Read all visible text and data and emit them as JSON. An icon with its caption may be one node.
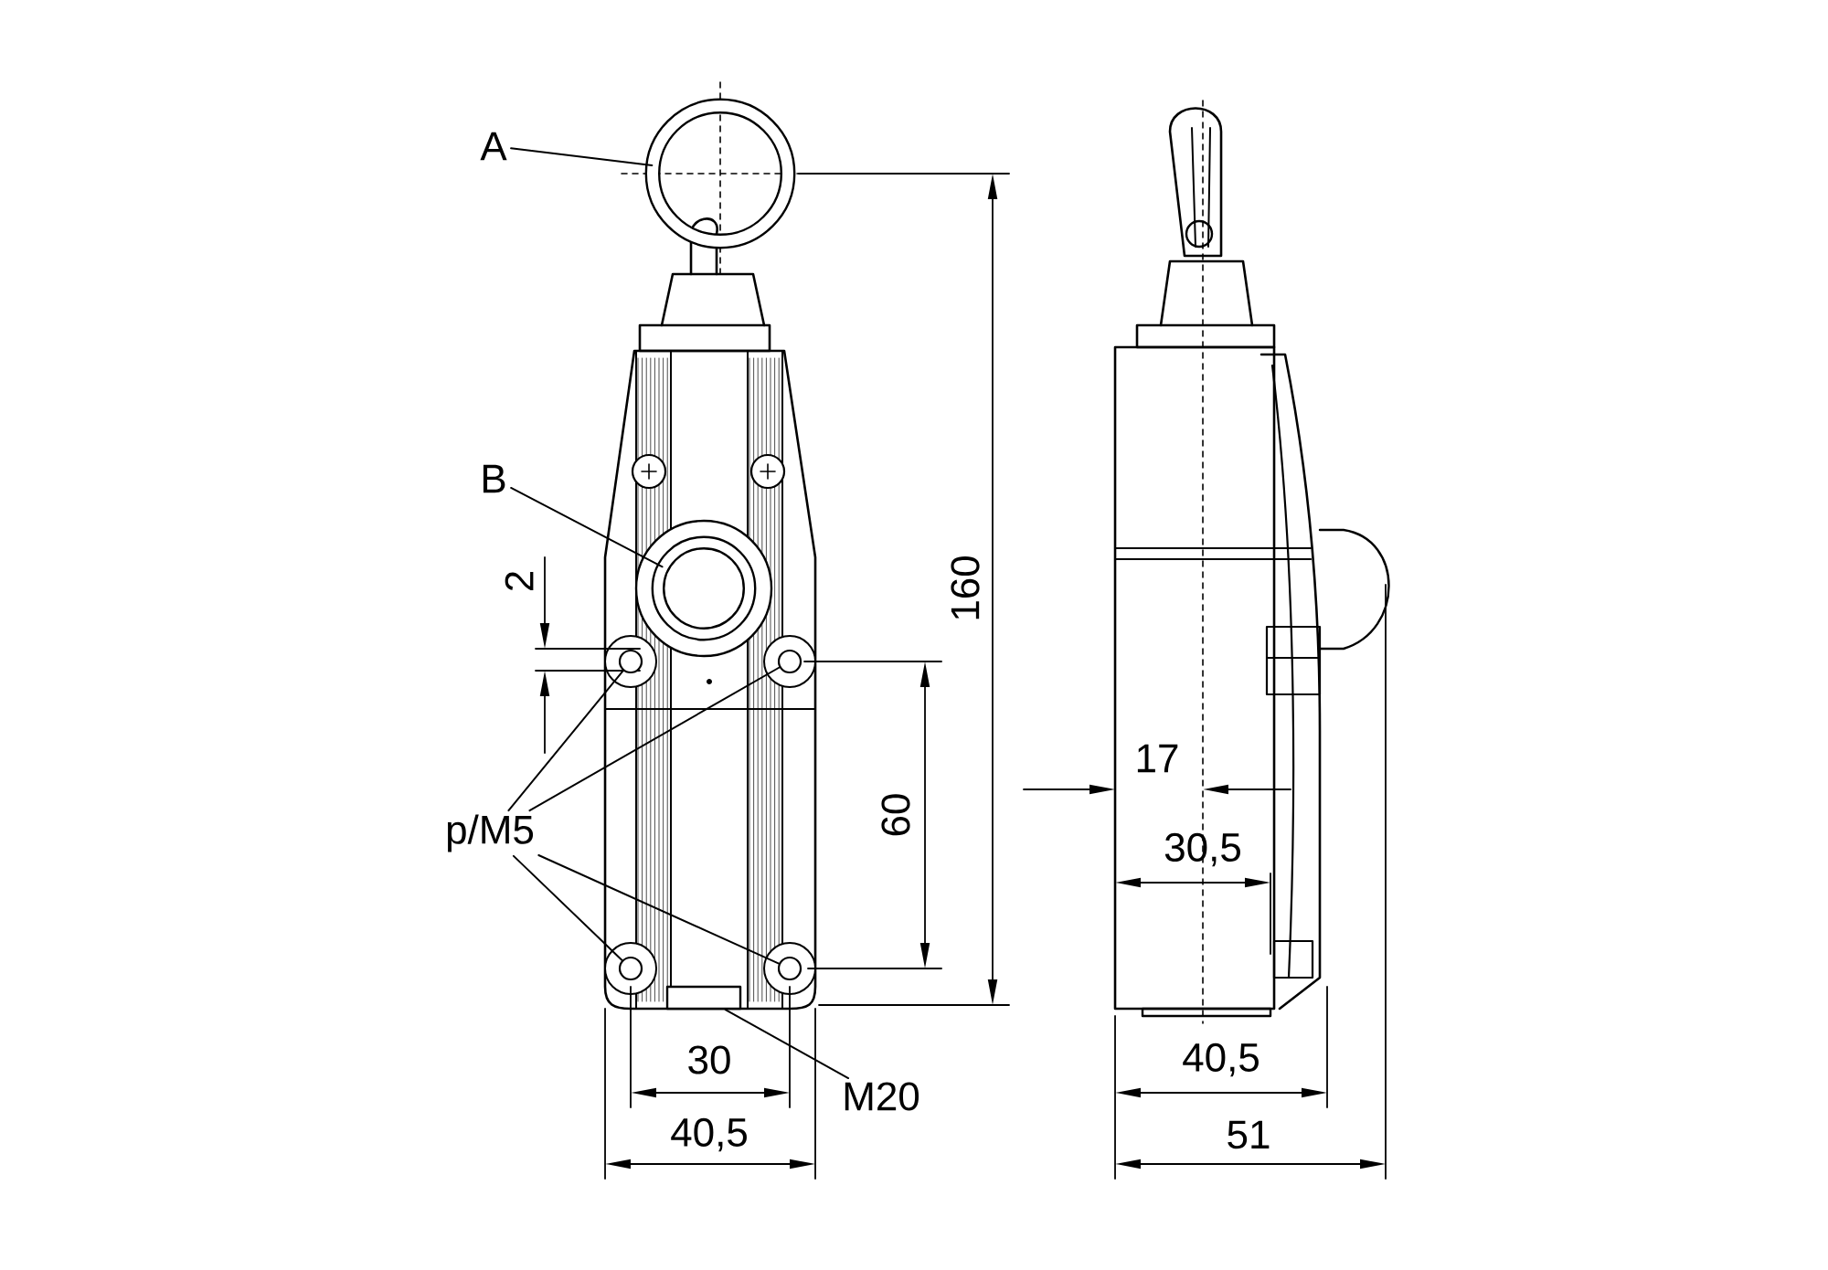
{
  "diagram": {
    "nodes": [
      {
        "text": [
          "A"
        ]
      },
      {
        "text": [],
        "shape": "circle"
      },
      {
        "text": [
          "B"
        ]
      },
      {
        "text": [],
        "shape": "circle"
      },
      {
        "text": [
          "p/M5"
        ]
      },
      {
        "text": [],
        "shape": "circle"
      },
      {
        "text": [],
        "shape": "circle"
      },
      {
        "text": [],
        "shape": "circle"
      },
      {
        "text": [],
        "shape": "circle"
      },
      {
        "text": [
          "M20"
        ]
      },
      {
        "text": [],
        "shape": "box"
      }
    ],
    "edges": [
      {
        "from": 0,
        "to": 1,
        "arrow": "none"
      },
      {
        "from": 2,
        "to": 3,
        "arrow": "none"
      },
      {
        "from": 4,
        "to": 5,
        "arrow": "none"
      },
      {
        "from": 4,
        "to": 6,
        "arrow": "none"
      },
      {
        "from": 4,
        "to": 7,
        "arrow": "none"
      },
      {
        "from": 4,
        "to": 8,
        "arrow": "none"
      },
      {
        "from": 9,
        "to": 10,
        "arrow": "none"
      }
    ],
    "labels": [
      "2",
      "160",
      "60",
      "30",
      "40,5",
      "17",
      "30,5",
      "40,5",
      "51"
    ]
  }
}
